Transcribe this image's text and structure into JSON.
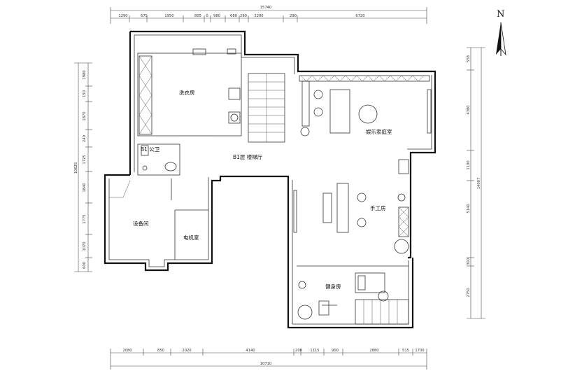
{
  "north_label": "N",
  "rooms": {
    "laundry": "洗衣房",
    "b1_bath": "B1 公卫",
    "b1_stair_hall": "B1层 楼梯厅",
    "entertainment": "娱乐家庭室",
    "craft_room": "手工房",
    "equipment_room": "设备间",
    "machine_room": "电机室",
    "gym": "健身房"
  },
  "dimensions": {
    "top_segments": [
      "1290",
      "675",
      "1950",
      "805",
      "0",
      "980",
      "680",
      "290",
      "2200",
      "290",
      "6720"
    ],
    "top_total": "15740",
    "bottom_segments": [
      "2080",
      "850",
      "2020",
      "4140",
      "200",
      "1115",
      "900",
      "2880",
      "515",
      "1700"
    ],
    "bottom_total": "10710",
    "left_segments": [
      "1980",
      "150",
      "1870",
      "240",
      "1725",
      "1840",
      "1775",
      "1070",
      "600"
    ],
    "left_total": "10625",
    "right_segments": [
      "558",
      "4380",
      "1100",
      "5140",
      "300",
      "2750"
    ],
    "right_total": "14007"
  }
}
